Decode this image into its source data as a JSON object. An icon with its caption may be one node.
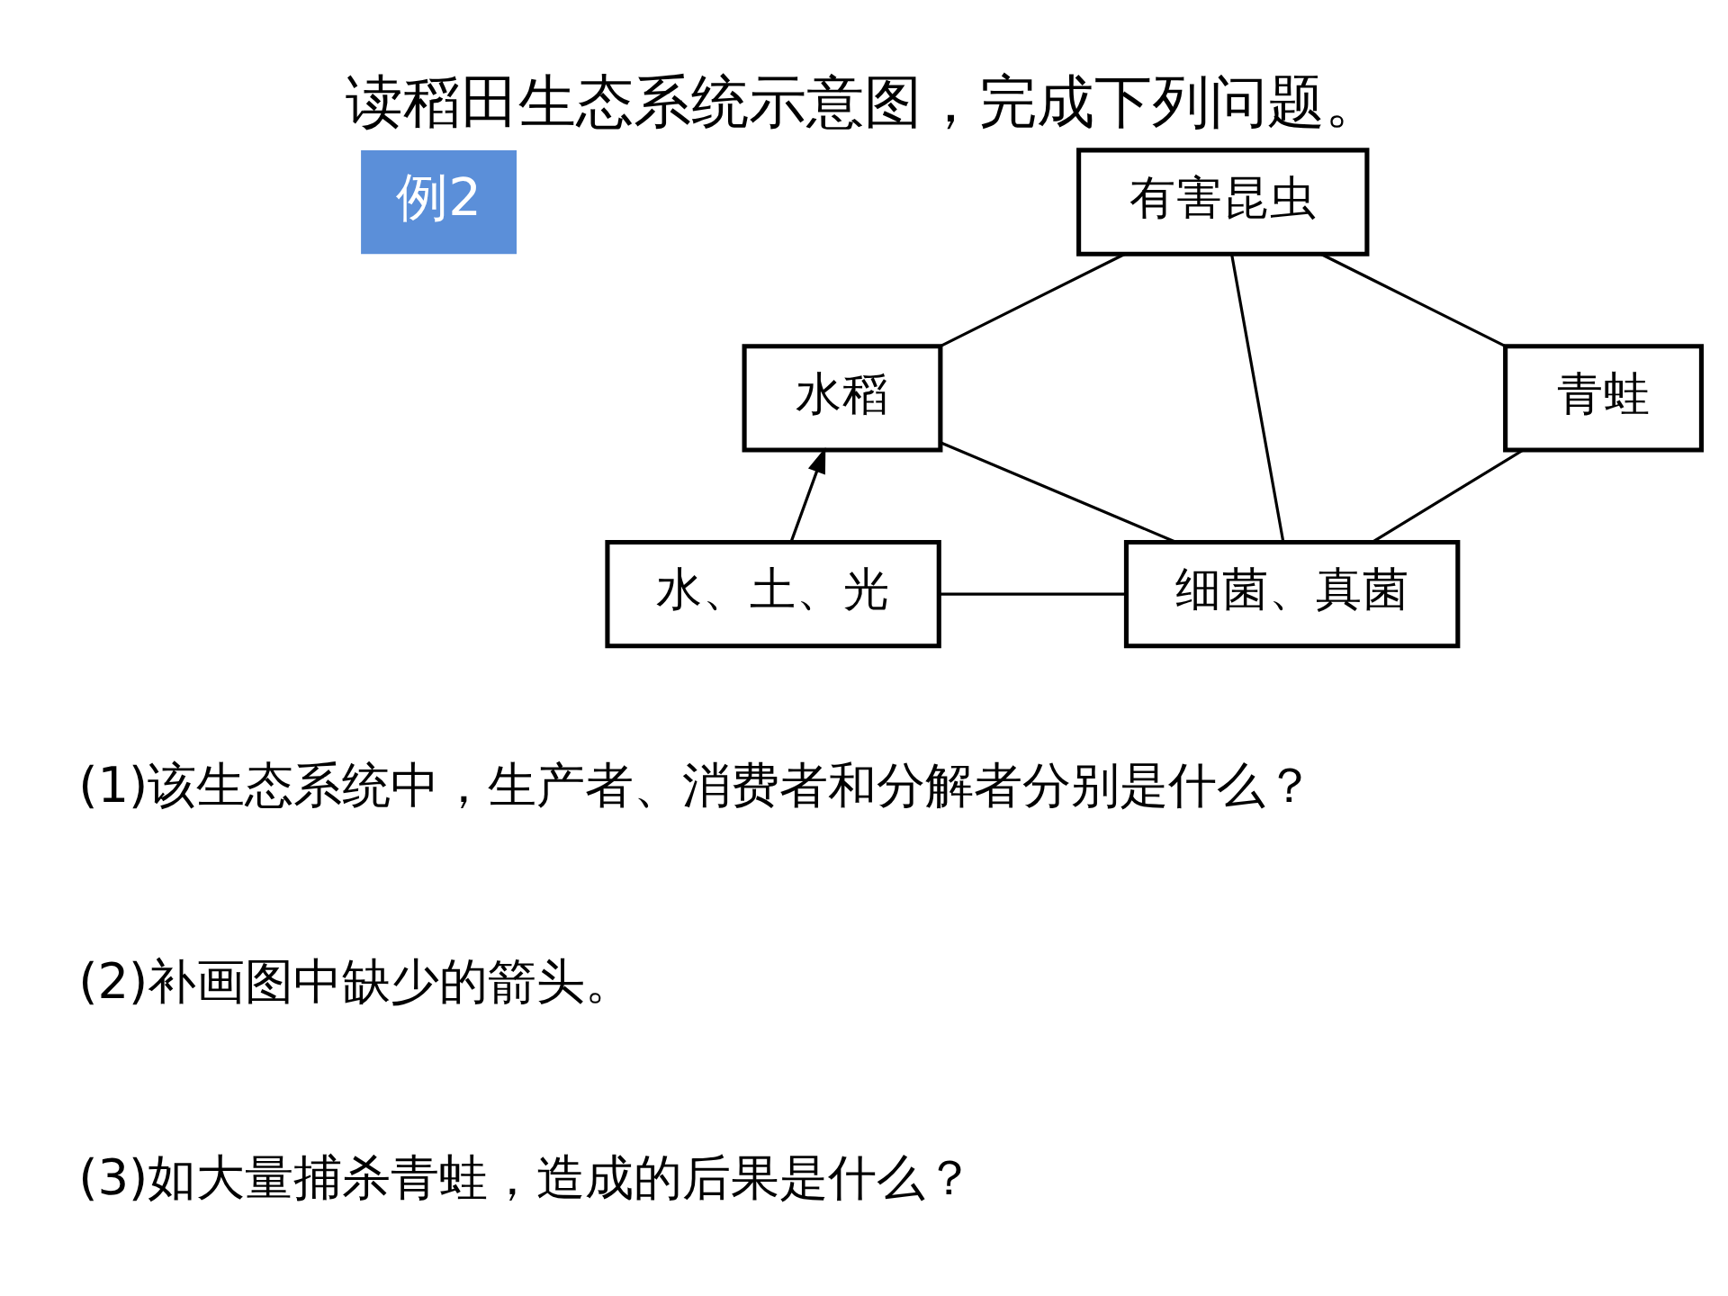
{
  "diagram": {
    "title": "读稻田生态系统示意图，完成下列问题。",
    "nodes": [
      {
        "text": [
          "有害昆虫"
        ]
      },
      {
        "text": [
          "水稻"
        ]
      },
      {
        "text": [
          "青蛙"
        ]
      },
      {
        "text": [
          "水、土、光"
        ]
      },
      {
        "text": [
          "细菌、真菌"
        ]
      }
    ],
    "edges": [
      {
        "from": 1,
        "to": 0,
        "arrow": "none"
      },
      {
        "from": 4,
        "to": 0,
        "arrow": "none"
      },
      {
        "from": 2,
        "to": 0,
        "arrow": "none"
      },
      {
        "from": 4,
        "to": 1,
        "arrow": "none"
      },
      {
        "from": 4,
        "to": 2,
        "arrow": "none"
      },
      {
        "from": 3,
        "to": 1,
        "arrow": "to"
      },
      {
        "from": 3,
        "to": 4,
        "arrow": "none"
      }
    ],
    "labels": [
      "例2",
      "(1)该生态系统中，生产者、消费者和分解者分别是什么？",
      "(2)补画图中缺少的箭头。",
      "(3)如大量捕杀青蛙，造成的后果是什么？"
    ]
  }
}
